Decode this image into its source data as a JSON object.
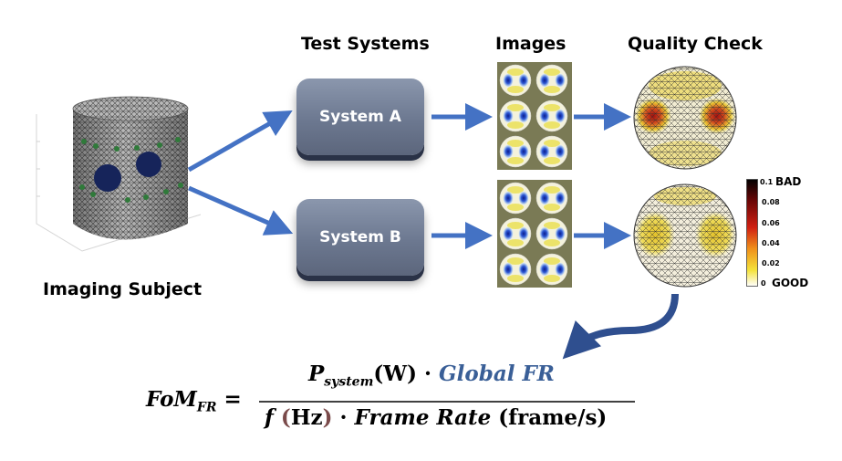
{
  "headers": {
    "test_systems": "Test Systems",
    "images": "Images",
    "quality_check": "Quality Check"
  },
  "subject_label": "Imaging Subject",
  "systems": [
    "System A",
    "System B"
  ],
  "colorbar": {
    "ticks": [
      "0.1",
      "0.08",
      "0.06",
      "0.04",
      "0.02",
      "0"
    ],
    "top_label": "BAD",
    "bottom_label": "GOOD"
  },
  "formula": {
    "lhs_main": "FoM",
    "lhs_sub": "FR",
    "equals": "=",
    "num_p": "P",
    "num_sub": "system",
    "num_unit": "(W) ·",
    "num_global": "Global FR",
    "den_f": "f",
    "den_hz_open": "(",
    "den_hz": "Hz",
    "den_hz_close": ")",
    "den_dot": "·",
    "den_frame": "Frame Rate",
    "den_unit": "(frame/s)"
  },
  "colors": {
    "arrow_blue": "#4472c4",
    "curved_arrow": "#2f4f8f",
    "formula_blue": "#3a5f97"
  }
}
